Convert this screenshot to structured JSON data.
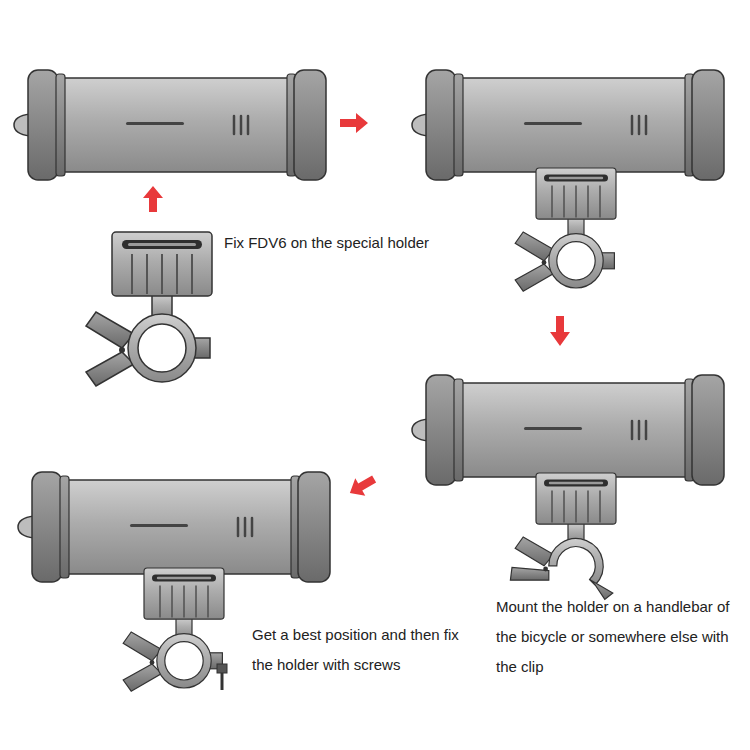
{
  "diagram": {
    "labels": [
      "Fix FDV6 on the special holder",
      "Mount the holder on a handlebar of the bicycle or somewhere else with the clip",
      "Get a best position and then fix the holder with screws"
    ]
  }
}
